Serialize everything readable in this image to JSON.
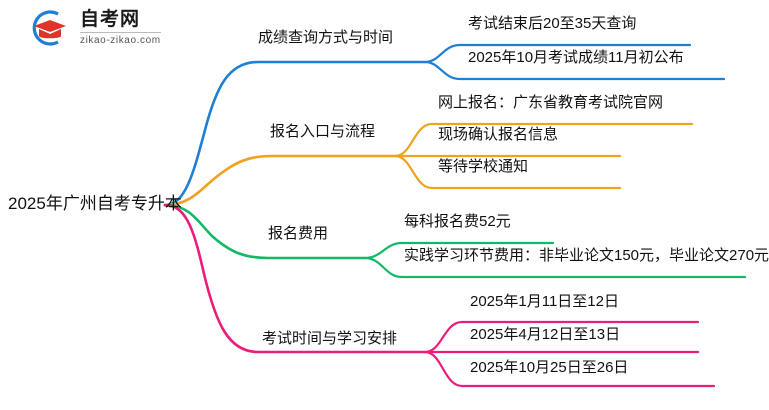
{
  "logo": {
    "name": "zikao-logo",
    "title": "自考网",
    "subtitle": "zikao-zikao.com",
    "arc_color": "#1f7fd4",
    "cap_color": "#e0342b"
  },
  "diagram": {
    "type": "mindmap",
    "root": {
      "label": "2025年广州自考专升本"
    },
    "branches": [
      {
        "label": "成绩查询方式与时间",
        "color": "#1f7fd4",
        "children": [
          {
            "label": "考试结束后20至35天查询"
          },
          {
            "label": "2025年10月考试成绩11月初公布"
          }
        ]
      },
      {
        "label": "报名入口与流程",
        "color": "#f0a21e",
        "children": [
          {
            "label": "网上报名：广东省教育考试院官网"
          },
          {
            "label": "现场确认报名信息"
          },
          {
            "label": "等待学校通知"
          }
        ]
      },
      {
        "label": "报名费用",
        "color": "#12b866",
        "children": [
          {
            "label": "每科报名费52元"
          },
          {
            "label": "实践学习环节费用：非毕业论文150元，毕业论文270元"
          }
        ]
      },
      {
        "label": "考试时间与学习安排",
        "color": "#ec1c78",
        "children": [
          {
            "label": "2025年1月11日至12日"
          },
          {
            "label": "2025年4月12日至13日"
          },
          {
            "label": "2025年10月25日至26日"
          }
        ]
      }
    ]
  }
}
